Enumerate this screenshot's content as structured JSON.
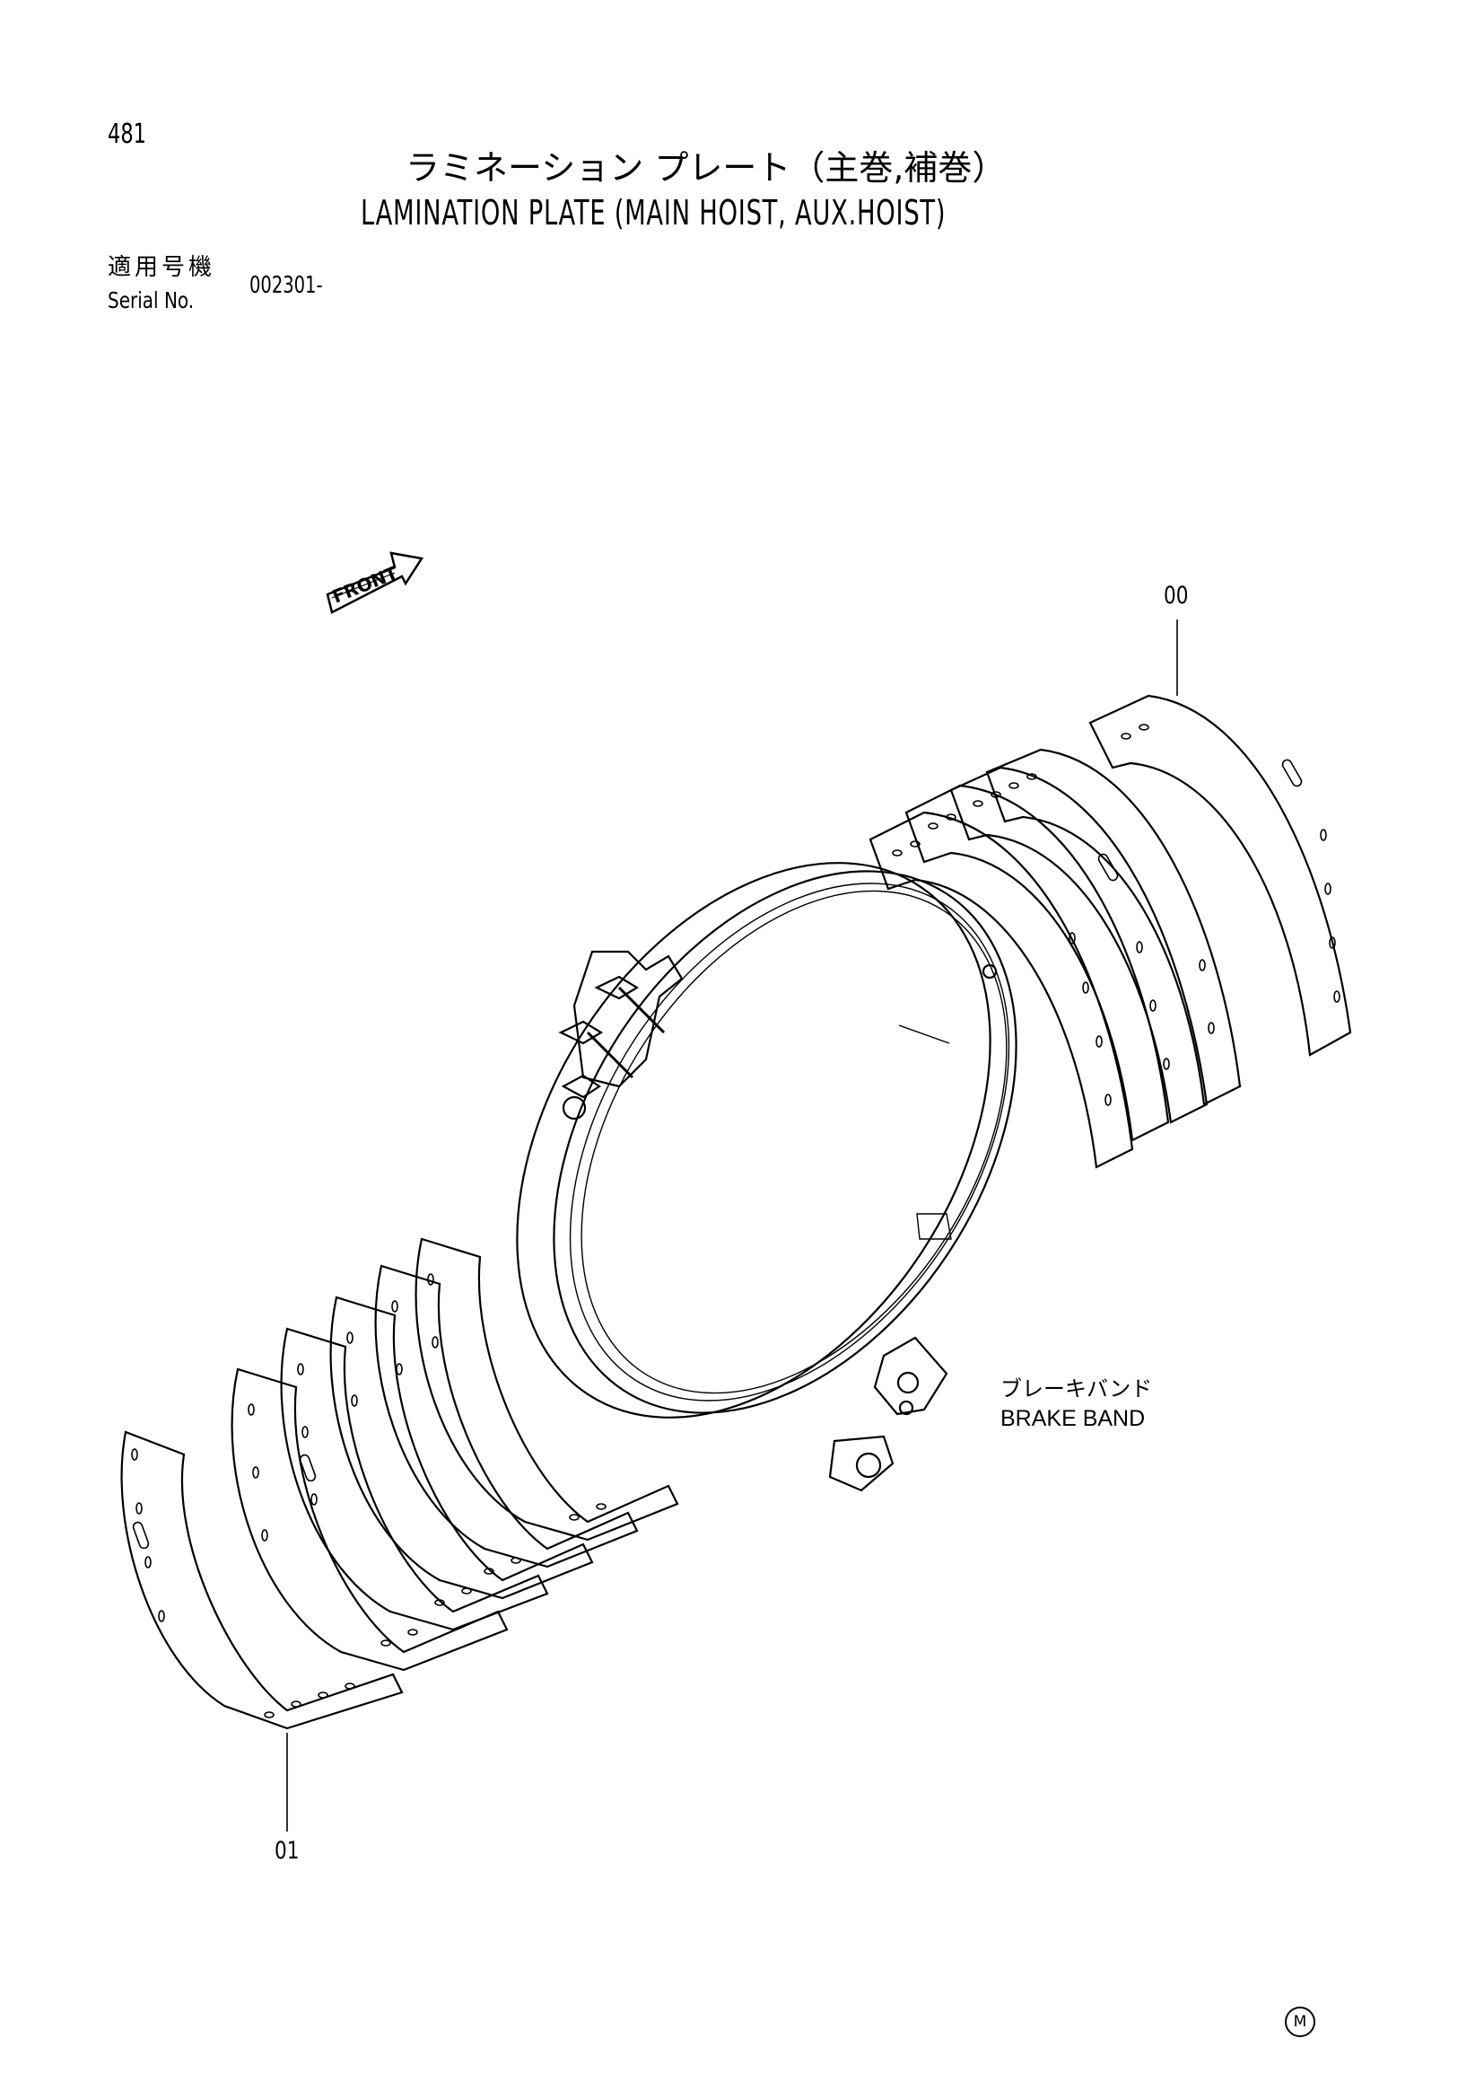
{
  "page": {
    "number": "481",
    "title_jp": "ラミネーション プレート（主巻,補巻）",
    "title_en": "LAMINATION PLATE (MAIN HOIST, AUX.HOIST)"
  },
  "serial": {
    "label_jp": "適用号機",
    "label_en": "Serial No.",
    "value": "002301-"
  },
  "diagram": {
    "front_label": "FRONT",
    "callouts": [
      "00",
      "01"
    ],
    "part_label_jp": "ブレーキバンド",
    "part_label_en": "BRAKE BAND",
    "upper_plate_count": 5,
    "lower_plate_count": 6
  },
  "footer": {
    "mark": "M"
  }
}
